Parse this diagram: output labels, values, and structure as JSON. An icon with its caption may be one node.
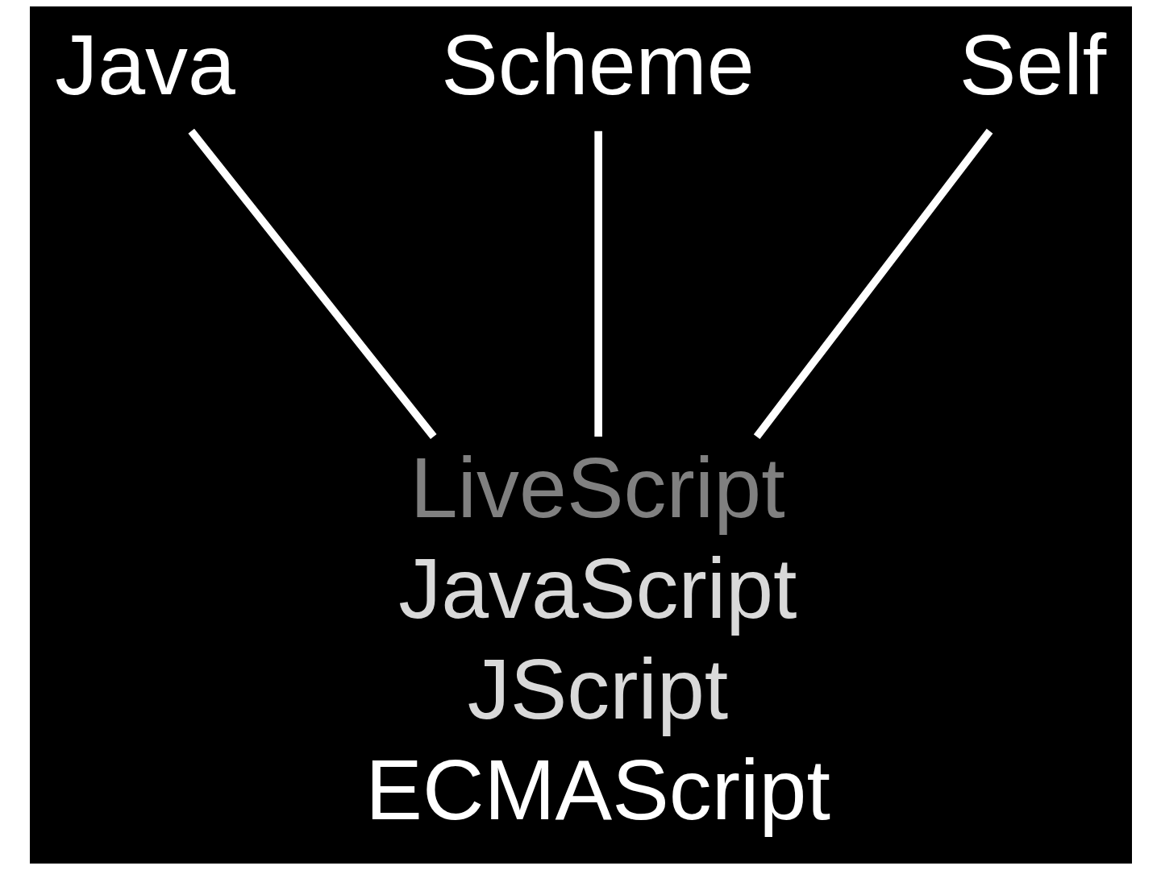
{
  "diagram": {
    "nodes": [
      {
        "text": [
          "Java"
        ]
      },
      {
        "text": [
          "Scheme"
        ]
      },
      {
        "text": [
          "Self"
        ]
      },
      {
        "text": [
          "LiveScript",
          "JavaScript",
          "JScript",
          "ECMAScript"
        ]
      }
    ],
    "edges": [
      {
        "from": 0,
        "to": 3,
        "arrow": "none"
      },
      {
        "from": 1,
        "to": 3,
        "arrow": "none"
      },
      {
        "from": 2,
        "to": 3,
        "arrow": "none"
      }
    ]
  }
}
